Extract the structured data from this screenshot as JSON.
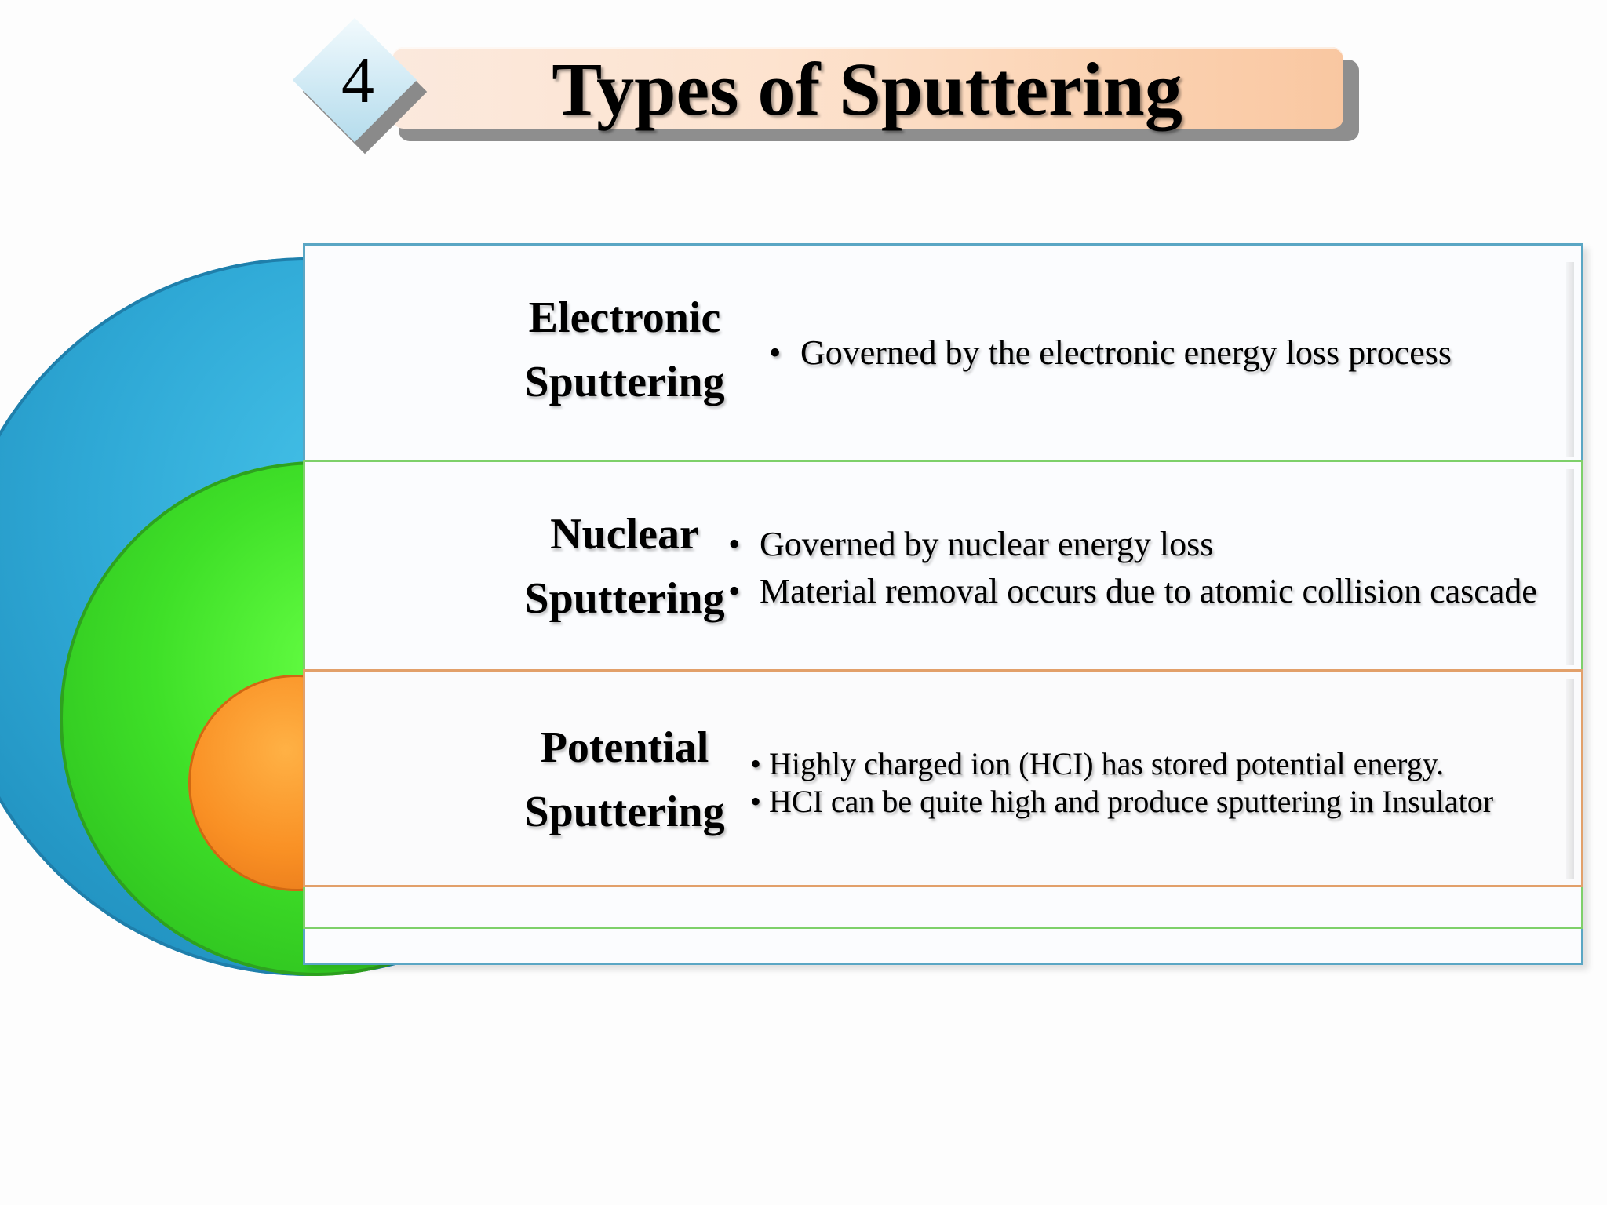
{
  "slide": {
    "number": "4",
    "title": "Types of Sputtering"
  },
  "rows": [
    {
      "title_line1": "Electronic",
      "title_line2": "Sputtering",
      "bullets": [
        "Governed by the electronic energy loss process"
      ],
      "color": "#2fa9d6"
    },
    {
      "title_line1": "Nuclear",
      "title_line2": "Sputtering",
      "bullets": [
        "Governed by nuclear energy loss",
        "Material removal occurs due to atomic collision cascade"
      ],
      "color": "#3fe028"
    },
    {
      "title_line1": "Potential",
      "title_line2": "Sputtering",
      "bullets": [
        "Highly charged ion (HCI) has stored potential energy.",
        "HCI can be quite high and produce sputtering in Insulator"
      ],
      "color": "#f99024"
    }
  ],
  "colors": {
    "title_banner": "#fde3cf",
    "number_diamond": "#cfe9f4"
  }
}
